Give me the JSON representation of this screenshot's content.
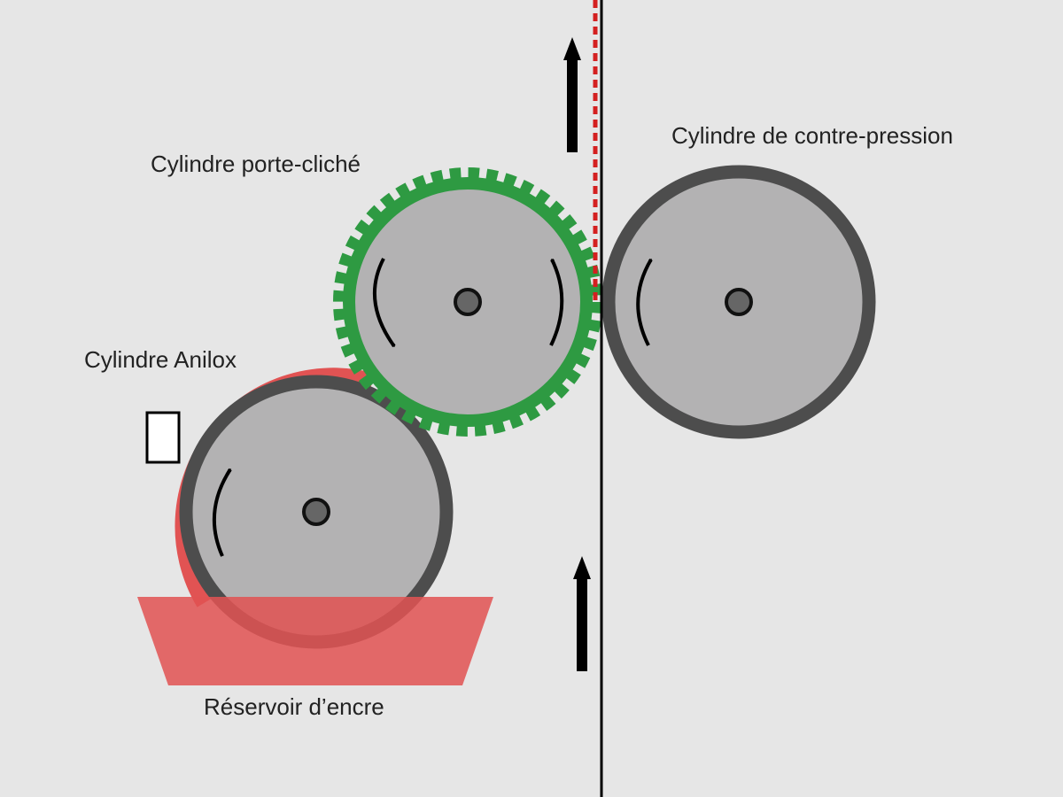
{
  "labels": {
    "plate_cylinder": "Cylindre porte-cliché",
    "impression_cylinder": "Cylindre de contre-pression",
    "anilox_cylinder": "Cylindre Anilox",
    "ink_reservoir": "Réservoir d’encre"
  },
  "colors": {
    "background": "#e6e6e6",
    "cylinder_fill": "#b3b2b3",
    "cylinder_rim": "#4d4d4d",
    "plate_green": "#2e9a42",
    "ink_red": "#e15353",
    "substrate_dashed": "#d42020",
    "arrows": "#000000"
  },
  "icons": {
    "rotation": "curved-arrow-icon",
    "web_direction": "up-arrow-icon",
    "doctor_blade": "doctor-blade-icon"
  }
}
